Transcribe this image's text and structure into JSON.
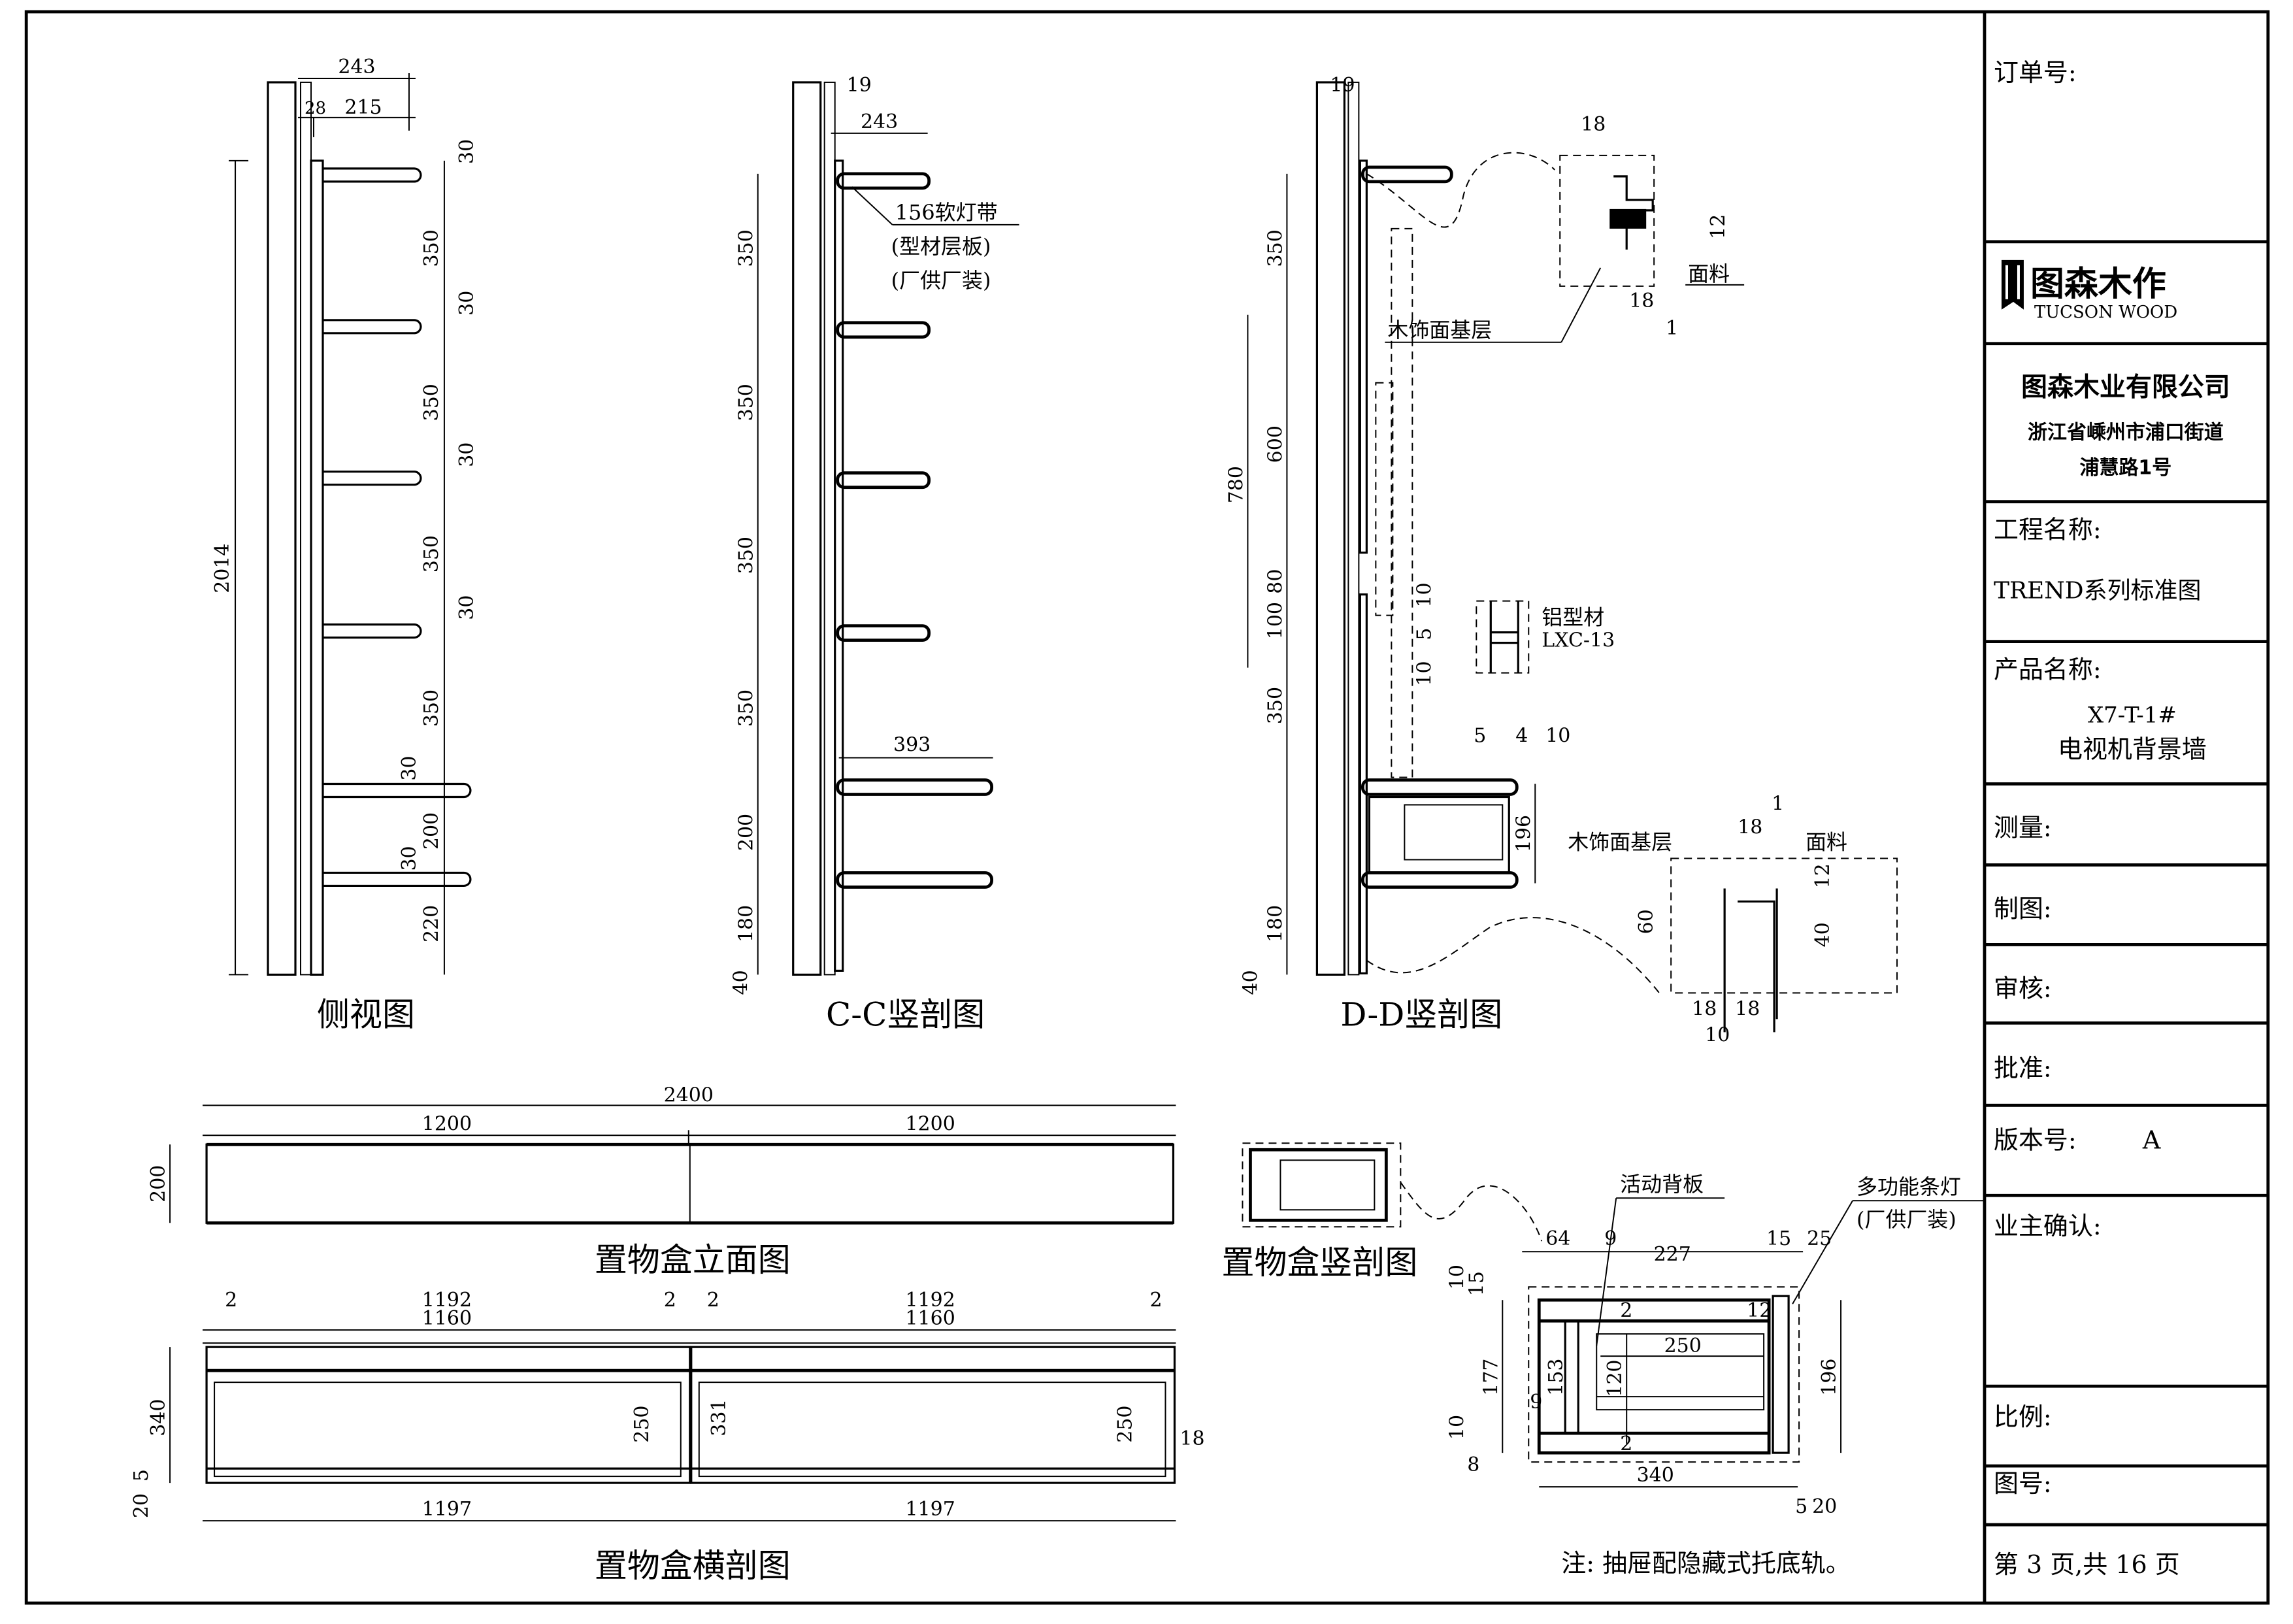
{
  "title_block": {
    "order_no_label": "订单号:",
    "logo": {
      "cn": "图森木作",
      "en": "TUCSON WOOD"
    },
    "company_name": "图森木业有限公司",
    "company_address_line1": "浙江省嵊州市浦口街道",
    "company_address_line2": "浦慧路1号",
    "project_label": "工程名称:",
    "project_value": "TREND系列标准图",
    "product_label": "产品名称:",
    "product_code": "X7-T-1#",
    "product_name": "电视机背景墙",
    "measure_label": "测量:",
    "drawn_label": "制图:",
    "review_label": "审核:",
    "approve_label": "批准:",
    "version_label": "版本号:",
    "version_value": "A",
    "owner_confirm_label": "业主确认:",
    "scale_label": "比例:",
    "drawing_no_label": "图号:",
    "page_info": "第 3 页,共 16 页"
  },
  "views": {
    "side_view": {
      "title": "侧视图",
      "dims_top": [
        "243",
        "28",
        "215"
      ],
      "total_height": "2014",
      "segments": [
        "30",
        "350",
        "30",
        "350",
        "30",
        "350",
        "30",
        "350",
        "30",
        "200",
        "30",
        "220"
      ]
    },
    "cc_section": {
      "title": "C-C竖剖图",
      "dims": [
        "19",
        "243",
        "393"
      ],
      "segments": [
        "350",
        "350",
        "350",
        "350",
        "200",
        "180",
        "40"
      ],
      "callout": [
        "156软灯带",
        "(型材层板)",
        "(厂供厂装)"
      ]
    },
    "dd_section": {
      "title": "D-D竖剖图",
      "dims": [
        "19",
        "780",
        "600",
        "100",
        "80",
        "350",
        "180",
        "40",
        "196"
      ],
      "detail_top": {
        "dims": [
          "18",
          "12",
          "18",
          "1"
        ],
        "labels": [
          "面料",
          "木饰面基层"
        ]
      },
      "detail_profile": {
        "dims": [
          "10",
          "5",
          "10",
          "5",
          "4",
          "10"
        ],
        "labels": [
          "铝型材",
          "LXC-13"
        ]
      },
      "detail_bottom": {
        "dims": [
          "18",
          "1",
          "12",
          "60",
          "40",
          "18",
          "18",
          "10"
        ],
        "labels": [
          "木饰面基层",
          "面料"
        ]
      }
    },
    "box_elevation": {
      "title": "置物盒立面图",
      "dims": [
        "2400",
        "1200",
        "1200",
        "200"
      ]
    },
    "box_plan_section": {
      "title": "置物盒横剖图",
      "dims": [
        "2",
        "1192",
        "2",
        "1160",
        "2",
        "1192",
        "2",
        "1160",
        "340",
        "5",
        "20",
        "250",
        "331",
        "250",
        "18",
        "1197",
        "1197"
      ]
    },
    "box_vertical_section": {
      "title": "置物盒竖剖图",
      "dims": [
        "64",
        "9",
        "227",
        "15",
        "25",
        "10",
        "15",
        "177",
        "153",
        "9",
        "10",
        "8",
        "2",
        "12",
        "250",
        "120",
        "2",
        "196",
        "340",
        "5",
        "20"
      ],
      "labels": [
        "活动背板",
        "多功能条灯",
        "(厂供厂装)"
      ]
    }
  },
  "note": "注: 抽屉配隐藏式托底轨。"
}
